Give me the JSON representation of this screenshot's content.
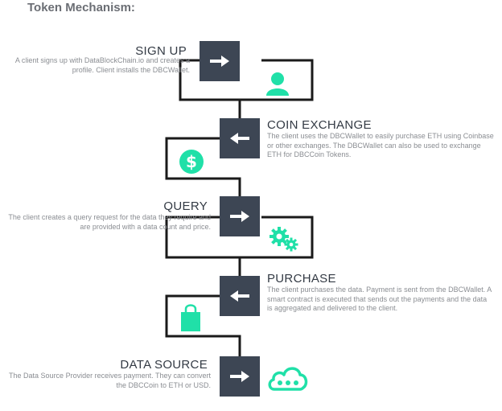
{
  "title": "Token Mechanism:",
  "steps": [
    {
      "title": "SIGN UP",
      "desc": "A client signs up with DataBlockChain.io and creates a profile. Client installs the DBCWallet.",
      "arrow": "right-arrow-icon",
      "icon": "user-icon"
    },
    {
      "title": "COIN EXCHANGE",
      "desc": "The client uses the DBCWallet to easily purchase ETH using Coinbase or other exchanges. The DBCWallet can also be used to exchange ETH for DBCCoin Tokens.",
      "arrow": "left-arrow-icon",
      "icon": "dollar-coin-icon"
    },
    {
      "title": "QUERY",
      "desc": "The client creates a query request for the data they require and are provided with a data count and price.",
      "arrow": "right-arrow-icon",
      "icon": "gears-icon"
    },
    {
      "title": "PURCHASE",
      "desc": "The client purchases the data. Payment is sent from the DBCWallet. A smart contract is executed that sends out the payments and the data is aggregated and delivered to the client.",
      "arrow": "left-arrow-icon",
      "icon": "shopping-bag-icon"
    },
    {
      "title": "DATA SOURCE",
      "desc": "The Data Source Provider receives payment. They can convert the DBCCoin to ETH or USD.",
      "arrow": "right-arrow-icon",
      "icon": "cloud-icon"
    }
  ],
  "colors": {
    "box": "#3d4654",
    "accent": "#20e0a8",
    "line": "#1a1a1a"
  }
}
